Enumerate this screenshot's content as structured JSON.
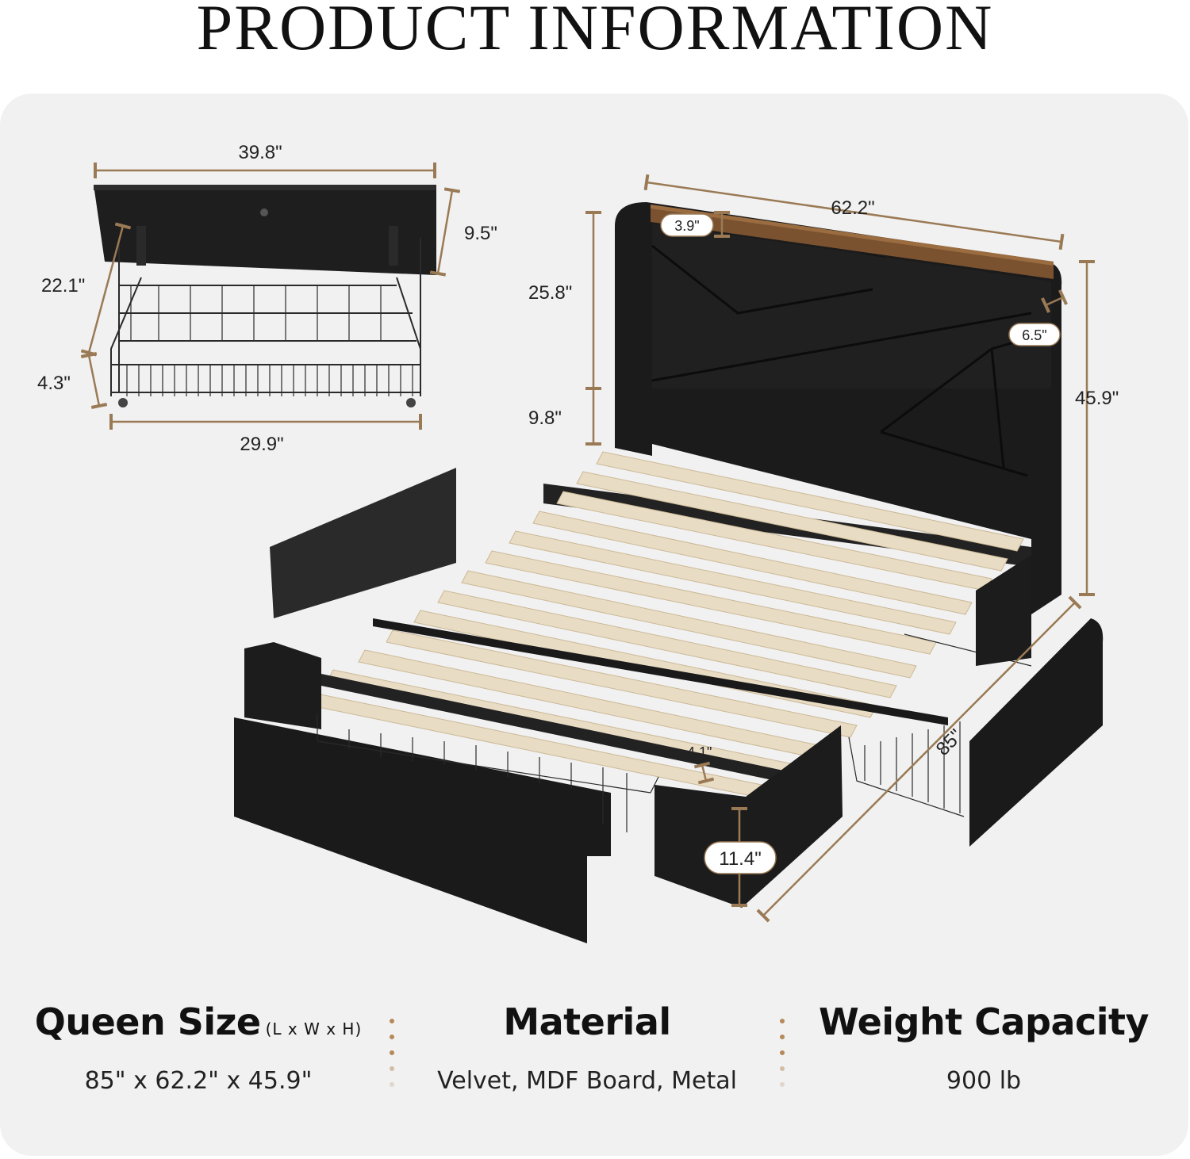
{
  "title": "PRODUCT INFORMATION",
  "dimensions": {
    "drawer_width": "39.8\"",
    "drawer_front_height": "9.5\"",
    "drawer_depth": "22.1\"",
    "drawer_wheel_height": "4.3\"",
    "drawer_inner_width": "29.9\"",
    "bed_width": "62.2\"",
    "shelf_height": "3.9\"",
    "headboard_panel_height": "25.8\"",
    "headboard_leg_height": "9.8\"",
    "shelf_depth": "6.5\"",
    "total_height": "45.9\"",
    "bed_length": "85\"",
    "slat_gap": "4.1\"",
    "frame_height": "11.4\""
  },
  "specs": {
    "size_title": "Queen Size",
    "size_unit": "(L x W x H)",
    "size_value": "85\" x 62.2\" x 45.9\"",
    "material_title": "Material",
    "material_value": "Velvet, MDF Board, Metal",
    "weight_title": "Weight Capacity",
    "weight_value": "900 lb"
  },
  "colors": {
    "accent": "#9a7a55",
    "upholstery": "#1c1c1c",
    "slat": "#e9dcc4",
    "shelf": "#7a5230"
  }
}
